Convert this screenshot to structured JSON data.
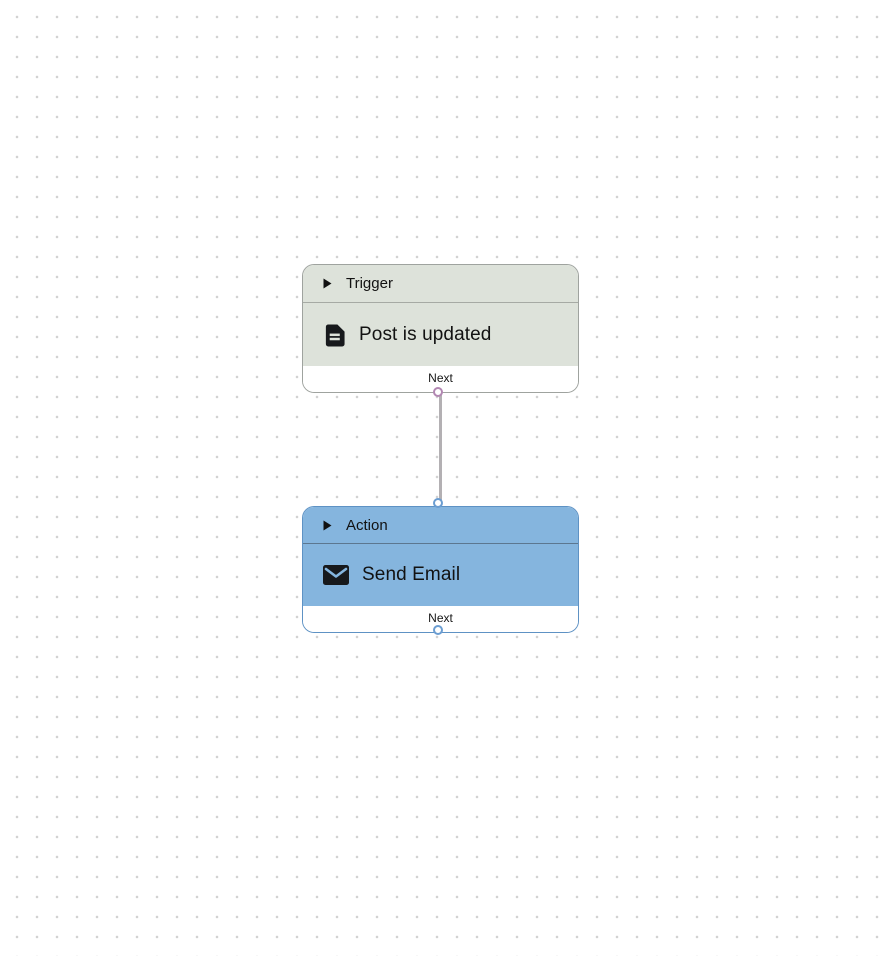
{
  "canvas": {
    "background_color": "#ffffff",
    "dot_color": "#d2d2d2",
    "edge_color": "#b3b0b3"
  },
  "nodes": [
    {
      "id": "trigger",
      "header": {
        "icon": "play-icon",
        "label": "Trigger"
      },
      "body": {
        "icon": "post-document-icon",
        "label": "Post is updated"
      },
      "footer": {
        "label": "Next"
      },
      "colors": {
        "fill": "#dde2da",
        "border": "#9fa39f",
        "divider": "#a6aaa4",
        "port": "#b287b2"
      }
    },
    {
      "id": "action",
      "header": {
        "icon": "play-icon",
        "label": "Action"
      },
      "body": {
        "icon": "email-icon",
        "label": "Send Email"
      },
      "footer": {
        "label": "Next"
      },
      "colors": {
        "fill": "#85b5de",
        "border": "#5e92c4",
        "divider": "#5c7790",
        "port": "#6b9dd1"
      }
    }
  ]
}
